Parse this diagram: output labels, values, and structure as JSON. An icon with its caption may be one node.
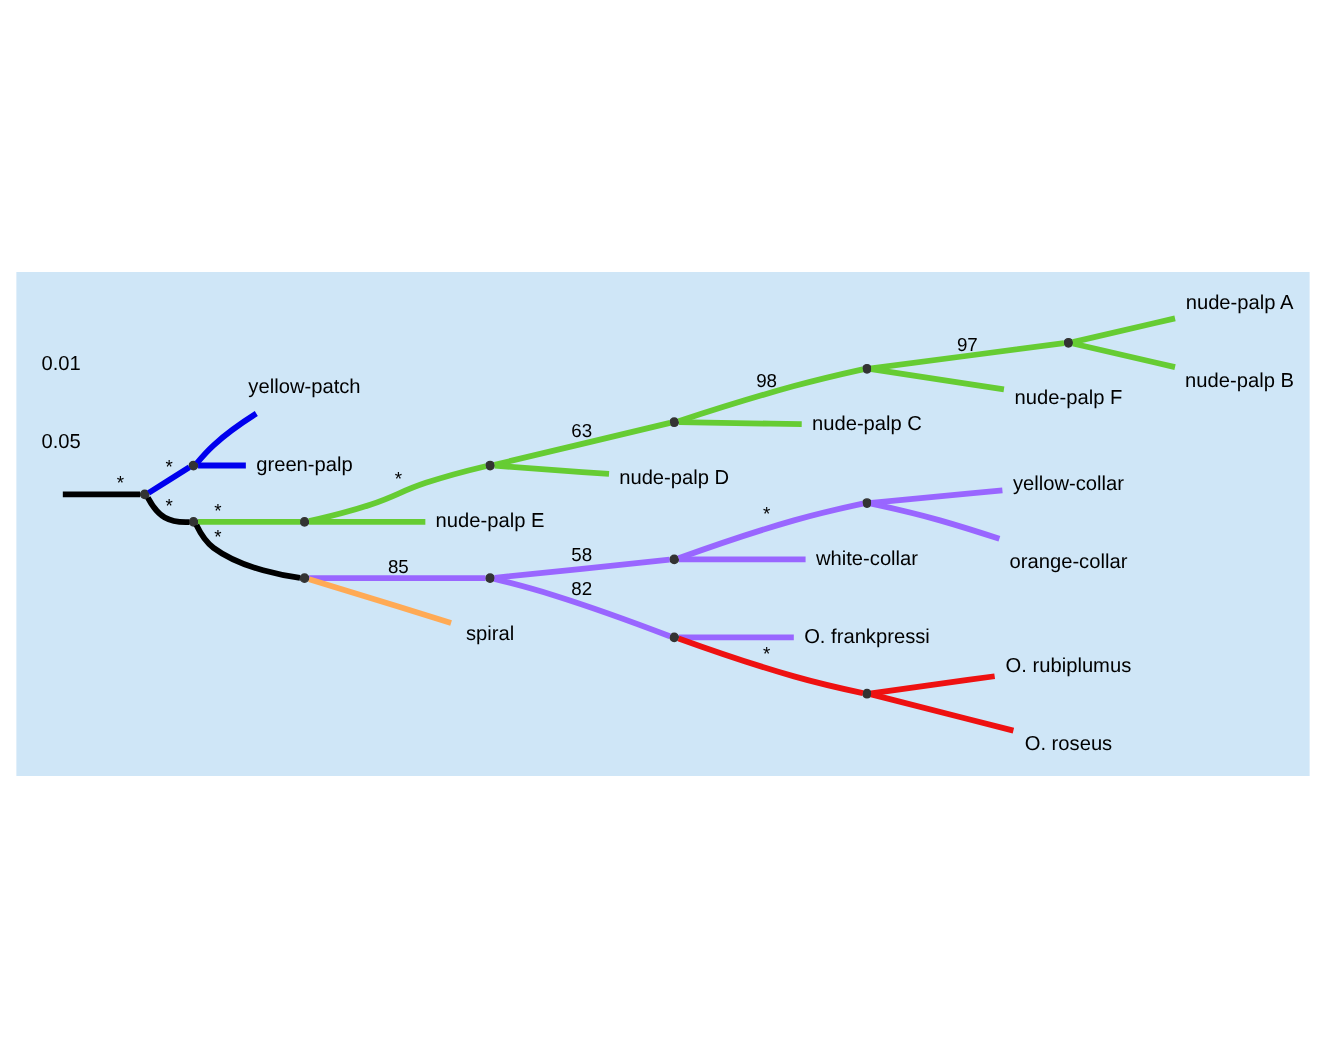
{
  "diagram": {
    "nodes": [
      {
        "text": [],
        "shape": "point"
      },
      {
        "text": [],
        "shape": "point"
      },
      {
        "text": [
          "yellow-patch"
        ]
      },
      {
        "text": [
          "green-palp"
        ]
      },
      {
        "text": [],
        "shape": "point"
      },
      {
        "text": [],
        "shape": "point"
      },
      {
        "text": [],
        "shape": "point"
      },
      {
        "text": [],
        "shape": "point"
      },
      {
        "text": [],
        "shape": "point"
      },
      {
        "text": [],
        "shape": "point"
      },
      {
        "text": [
          "nude-palp A"
        ]
      },
      {
        "text": [
          "nude-palp B"
        ]
      },
      {
        "text": [
          "nude-palp F"
        ]
      },
      {
        "text": [
          "nude-palp C"
        ]
      },
      {
        "text": [
          "nude-palp D"
        ]
      },
      {
        "text": [
          "nude-palp E"
        ]
      },
      {
        "text": [],
        "shape": "point"
      },
      {
        "text": [],
        "shape": "point"
      },
      {
        "text": [],
        "shape": "point"
      },
      {
        "text": [],
        "shape": "point"
      },
      {
        "text": [
          "yellow-collar"
        ]
      },
      {
        "text": [
          "orange-collar"
        ]
      },
      {
        "text": [
          "white-collar"
        ]
      },
      {
        "text": [],
        "shape": "point"
      },
      {
        "text": [
          "O. frankpressi"
        ]
      },
      {
        "text": [],
        "shape": "point"
      },
      {
        "text": [
          "O. rubiplumus"
        ]
      },
      {
        "text": [
          "O. roseus"
        ]
      },
      {
        "text": [
          "spiral"
        ]
      }
    ],
    "edges": [
      {
        "from": null,
        "to": 0,
        "arrow": "none",
        "label": "*",
        "color": "#000000"
      },
      {
        "from": 0,
        "to": 1,
        "arrow": "none",
        "label": "*",
        "color": "#0000ee"
      },
      {
        "from": 1,
        "to": 2,
        "arrow": "none",
        "color": "#0000ee"
      },
      {
        "from": 1,
        "to": 3,
        "arrow": "none",
        "color": "#0000ee"
      },
      {
        "from": 0,
        "to": 4,
        "arrow": "none",
        "label": "*",
        "color": "#000000"
      },
      {
        "from": 4,
        "to": 5,
        "arrow": "none",
        "label": "*",
        "color": "#66cc33"
      },
      {
        "from": 5,
        "to": 6,
        "arrow": "none",
        "label": "*",
        "color": "#66cc33"
      },
      {
        "from": 5,
        "to": 15,
        "arrow": "none",
        "color": "#66cc33"
      },
      {
        "from": 6,
        "to": 7,
        "arrow": "none",
        "label": "63",
        "color": "#66cc33"
      },
      {
        "from": 6,
        "to": 14,
        "arrow": "none",
        "color": "#66cc33"
      },
      {
        "from": 7,
        "to": 8,
        "arrow": "none",
        "label": "98",
        "color": "#66cc33"
      },
      {
        "from": 7,
        "to": 13,
        "arrow": "none",
        "color": "#66cc33"
      },
      {
        "from": 8,
        "to": 9,
        "arrow": "none",
        "label": "97",
        "color": "#66cc33"
      },
      {
        "from": 8,
        "to": 12,
        "arrow": "none",
        "color": "#66cc33"
      },
      {
        "from": 9,
        "to": 10,
        "arrow": "none",
        "color": "#66cc33"
      },
      {
        "from": 9,
        "to": 11,
        "arrow": "none",
        "color": "#66cc33"
      },
      {
        "from": 4,
        "to": 16,
        "arrow": "none",
        "label": "*",
        "color": "#000000"
      },
      {
        "from": 16,
        "to": 17,
        "arrow": "none",
        "label": "85",
        "color": "#9966ff"
      },
      {
        "from": 16,
        "to": 28,
        "arrow": "none",
        "color": "#ffaa55"
      },
      {
        "from": 17,
        "to": 18,
        "arrow": "none",
        "label": "58",
        "color": "#9966ff"
      },
      {
        "from": 17,
        "to": 23,
        "arrow": "none",
        "label": "82",
        "color": "#9966ff"
      },
      {
        "from": 18,
        "to": 19,
        "arrow": "none",
        "label": "*",
        "color": "#9966ff"
      },
      {
        "from": 18,
        "to": 22,
        "arrow": "none",
        "color": "#9966ff"
      },
      {
        "from": 19,
        "to": 20,
        "arrow": "none",
        "color": "#9966ff"
      },
      {
        "from": 19,
        "to": 21,
        "arrow": "none",
        "color": "#9966ff"
      },
      {
        "from": 23,
        "to": 24,
        "arrow": "none",
        "color": "#9966ff"
      },
      {
        "from": 23,
        "to": 25,
        "arrow": "none",
        "label": "*",
        "color": "#ee1111"
      },
      {
        "from": 25,
        "to": 26,
        "arrow": "none",
        "color": "#ee1111"
      },
      {
        "from": 25,
        "to": 27,
        "arrow": "none",
        "color": "#ee1111"
      }
    ],
    "labels": [
      "0.05",
      "0.01"
    ]
  }
}
